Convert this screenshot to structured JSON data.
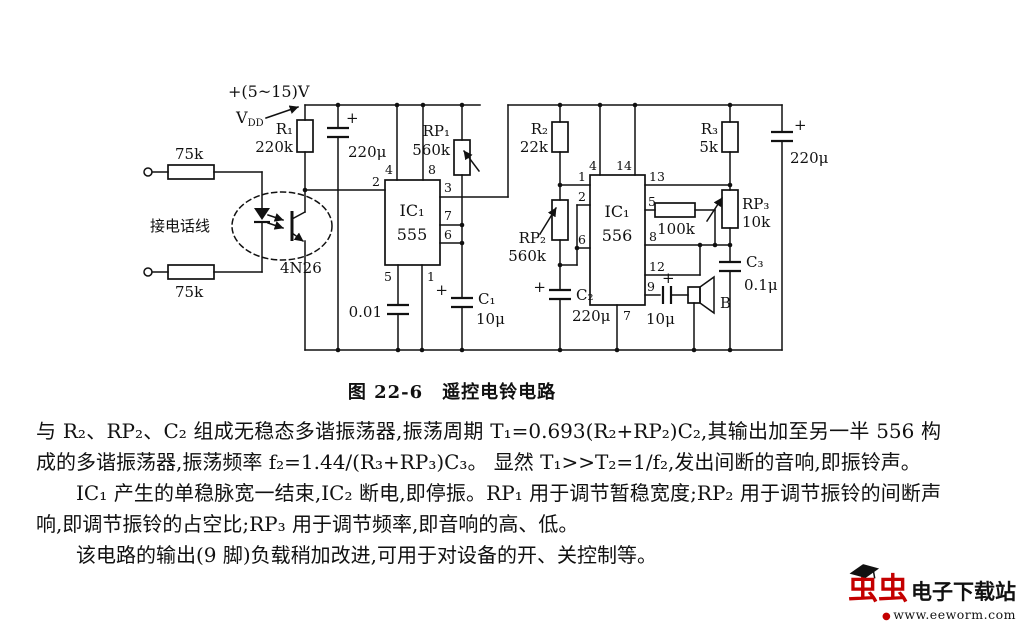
{
  "schematic": {
    "caption": "图 22-6　遥控电铃电路",
    "labels": {
      "supply": "+(5~15)V",
      "vdd_v": "V",
      "vdd_dd": "DD",
      "r75k_top": "75k",
      "r75k_bottom": "75k",
      "phone_line": "接电话线",
      "opto": "4N26",
      "r1": "R₁",
      "r1_val": "220k",
      "cap_left_plus": "+",
      "cap_left": "220μ",
      "rp1": "RP₁",
      "rp1_val": "560k",
      "ic555_name": "IC₁",
      "ic555_model": "555",
      "p555_2": "2",
      "p555_4": "4",
      "p555_8": "8",
      "p555_3": "3",
      "p555_7": "7",
      "p555_6": "6",
      "p555_5": "5",
      "p555_1": "1",
      "c001": "0.01",
      "c1_plus": "+",
      "c1": "C₁",
      "c1_val": "10μ",
      "r2": "R₂",
      "r2_val": "22k",
      "rp2": "RP₂",
      "rp2_val": "560k",
      "c2_plus": "+",
      "c2": "C₂",
      "c2_val": "220μ",
      "ic556_name": "IC₁",
      "ic556_model": "556",
      "p556_1": "1",
      "p556_2": "2",
      "p556_6": "6",
      "p556_4": "4",
      "p556_14": "14",
      "p556_13": "13",
      "p556_5": "5",
      "p556_8": "8",
      "p556_12": "12",
      "p556_9": "9",
      "p556_7": "7",
      "r3": "R₃",
      "r3_val": "5k",
      "cap_right_plus": "+",
      "cap_right": "220μ",
      "rp3": "RP₃",
      "rp3_val": "10k",
      "r100k": "100k",
      "c3": "C₃",
      "c3_val": "0.1μ",
      "c10u_plus": "+",
      "c10u": "10μ",
      "speaker": "B"
    }
  },
  "body": {
    "p1": "与 R₂、RP₂、C₂ 组成无稳态多谐振荡器,振荡周期 T₁=0.693(R₂+RP₂)C₂,其输出加至另一半 556 构成的多谐振荡器,振荡频率 f₂=1.44/(R₃+RP₃)C₃。 显然 T₁>>T₂=1/f₂,发出间断的音响,即振铃声。",
    "p2": "IC₁ 产生的单稳脉宽一结束,IC₂ 断电,即停振。RP₁ 用于调节暂稳宽度;RP₂ 用于调节振铃的间断声响,即调节振铃的占空比;RP₃ 用于调节频率,即音响的高、低。",
    "p3": "该电路的输出(9 脚)负载稍加改进,可用于对设备的开、关控制等。"
  },
  "logo": {
    "brand": "虫虫",
    "suffix": "电子下载站",
    "bullet": "●",
    "url": "www.eeworm.com",
    "brand_color": "#c40000"
  }
}
